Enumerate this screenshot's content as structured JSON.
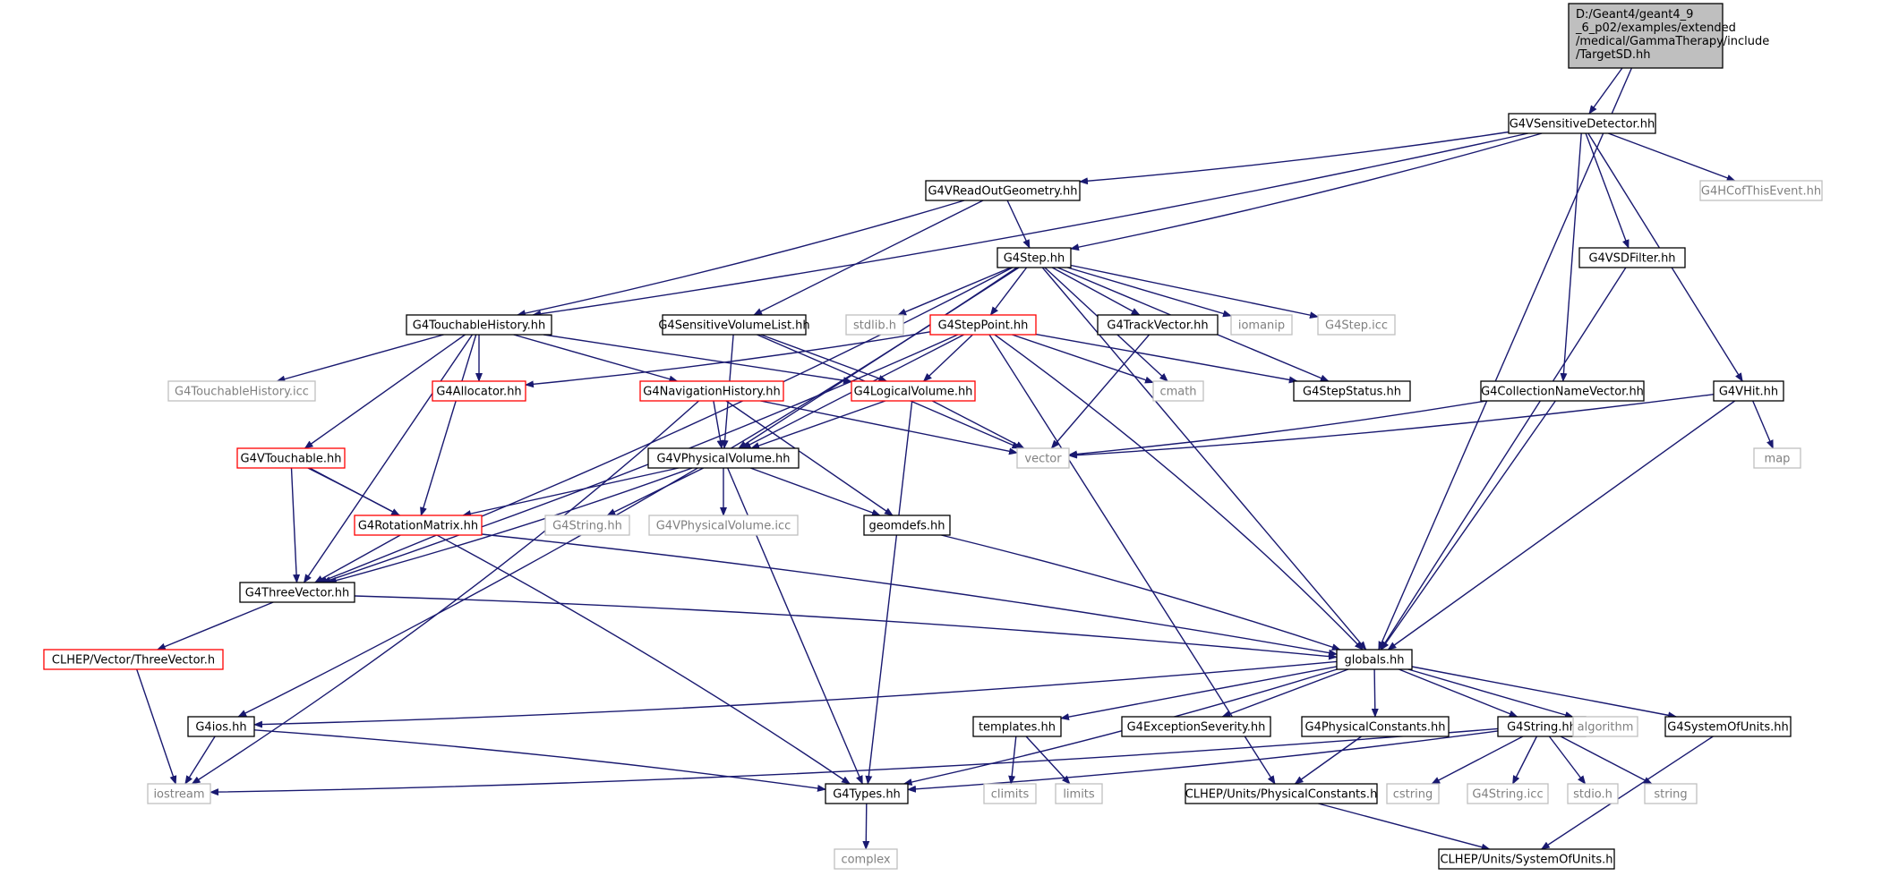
{
  "root_label_lines": [
    "D:/Geant4/geant4_9",
    "_6_p02/examples/extended",
    "/medical/GammaTherapy/include",
    "/TargetSD.hh"
  ],
  "colors": {
    "edge": "#191970",
    "root_fill": "#bfbfbf",
    "normal_border": "#000000",
    "external_border": "#bfbfbf",
    "missing_border": "#ff0000",
    "external_text": "#808080",
    "node_fill": "#ffffff"
  },
  "nodes": [
    {
      "id": "root",
      "style": "root"
    },
    {
      "id": "g4vsd",
      "label": "G4VSensitiveDetector.hh",
      "style": "normal"
    },
    {
      "id": "g4vrog",
      "label": "G4VReadOutGeometry.hh",
      "style": "normal"
    },
    {
      "id": "g4hcof",
      "label": "G4HCofThisEvent.hh",
      "style": "external"
    },
    {
      "id": "g4step",
      "label": "G4Step.hh",
      "style": "normal"
    },
    {
      "id": "g4vsdf",
      "label": "G4VSDFilter.hh",
      "style": "normal"
    },
    {
      "id": "g4th",
      "label": "G4TouchableHistory.hh",
      "style": "normal"
    },
    {
      "id": "g4svl",
      "label": "G4SensitiveVolumeList.hh",
      "style": "normal"
    },
    {
      "id": "stdlib",
      "label": "stdlib.h",
      "style": "external"
    },
    {
      "id": "g4sp",
      "label": "G4StepPoint.hh",
      "style": "missing"
    },
    {
      "id": "g4tv",
      "label": "G4TrackVector.hh",
      "style": "normal"
    },
    {
      "id": "iomanip",
      "label": "iomanip",
      "style": "external"
    },
    {
      "id": "g4stepicc",
      "label": "G4Step.icc",
      "style": "external"
    },
    {
      "id": "g4thicc",
      "label": "G4TouchableHistory.icc",
      "style": "external"
    },
    {
      "id": "g4alloc",
      "label": "G4Allocator.hh",
      "style": "missing"
    },
    {
      "id": "g4nh",
      "label": "G4NavigationHistory.hh",
      "style": "missing"
    },
    {
      "id": "g4lv",
      "label": "G4LogicalVolume.hh",
      "style": "missing"
    },
    {
      "id": "cmath",
      "label": "cmath",
      "style": "external"
    },
    {
      "id": "g4ss",
      "label": "G4StepStatus.hh",
      "style": "normal"
    },
    {
      "id": "g4cnv",
      "label": "G4CollectionNameVector.hh",
      "style": "normal"
    },
    {
      "id": "g4vhit",
      "label": "G4VHit.hh",
      "style": "normal"
    },
    {
      "id": "g4vt",
      "label": "G4VTouchable.hh",
      "style": "missing"
    },
    {
      "id": "g4vpv",
      "label": "G4VPhysicalVolume.hh",
      "style": "normal"
    },
    {
      "id": "vector",
      "label": "vector",
      "style": "external"
    },
    {
      "id": "map",
      "label": "map",
      "style": "external"
    },
    {
      "id": "g4rm",
      "label": "G4RotationMatrix.hh",
      "style": "missing"
    },
    {
      "id": "g4string_ext",
      "label": "G4String.hh",
      "style": "external"
    },
    {
      "id": "g4vpvicc",
      "label": "G4VPhysicalVolume.icc",
      "style": "external"
    },
    {
      "id": "geomdefs",
      "label": "geomdefs.hh",
      "style": "normal"
    },
    {
      "id": "g4tvec",
      "label": "G4ThreeVector.hh",
      "style": "normal"
    },
    {
      "id": "clhep_tv",
      "label": "CLHEP/Vector/ThreeVector.h",
      "style": "missing"
    },
    {
      "id": "globals",
      "label": "globals.hh",
      "style": "normal"
    },
    {
      "id": "g4ios",
      "label": "G4ios.hh",
      "style": "normal"
    },
    {
      "id": "templates",
      "label": "templates.hh",
      "style": "normal"
    },
    {
      "id": "g4es",
      "label": "G4ExceptionSeverity.hh",
      "style": "normal"
    },
    {
      "id": "g4pc",
      "label": "G4PhysicalConstants.hh",
      "style": "normal"
    },
    {
      "id": "g4string",
      "label": "G4String.hh",
      "style": "normal"
    },
    {
      "id": "algorithm",
      "label": "algorithm",
      "style": "external"
    },
    {
      "id": "g4sou",
      "label": "G4SystemOfUnits.hh",
      "style": "normal"
    },
    {
      "id": "iostream",
      "label": "iostream",
      "style": "external"
    },
    {
      "id": "g4types",
      "label": "G4Types.hh",
      "style": "normal"
    },
    {
      "id": "climits",
      "label": "climits",
      "style": "external"
    },
    {
      "id": "limits",
      "label": "limits",
      "style": "external"
    },
    {
      "id": "clhep_pc",
      "label": "CLHEP/Units/PhysicalConstants.h",
      "style": "normal"
    },
    {
      "id": "cstring",
      "label": "cstring",
      "style": "external"
    },
    {
      "id": "g4stringicc",
      "label": "G4String.icc",
      "style": "external"
    },
    {
      "id": "stdioh",
      "label": "stdio.h",
      "style": "external"
    },
    {
      "id": "string",
      "label": "string",
      "style": "external"
    },
    {
      "id": "complex",
      "label": "complex",
      "style": "external"
    },
    {
      "id": "clhep_sou",
      "label": "CLHEP/Units/SystemOfUnits.h",
      "style": "normal"
    }
  ],
  "edges": [
    [
      "root",
      "g4vsd"
    ],
    [
      "root",
      "globals"
    ],
    [
      "g4vsd",
      "g4vrog"
    ],
    [
      "g4vsd",
      "g4hcof"
    ],
    [
      "g4vsd",
      "g4step"
    ],
    [
      "g4vsd",
      "g4vsdf"
    ],
    [
      "g4vsd",
      "g4th"
    ],
    [
      "g4vsd",
      "g4cnv"
    ],
    [
      "g4vsd",
      "g4vhit"
    ],
    [
      "g4vrog",
      "g4step"
    ],
    [
      "g4vrog",
      "g4th"
    ],
    [
      "g4vrog",
      "g4svl"
    ],
    [
      "g4step",
      "stdlib"
    ],
    [
      "g4step",
      "g4sp"
    ],
    [
      "g4step",
      "g4tv"
    ],
    [
      "g4step",
      "iomanip"
    ],
    [
      "g4step",
      "g4stepicc"
    ],
    [
      "g4step",
      "g4ss"
    ],
    [
      "g4step",
      "cmath"
    ],
    [
      "g4step",
      "g4vpv"
    ],
    [
      "g4step",
      "g4tvec"
    ],
    [
      "g4step",
      "globals"
    ],
    [
      "g4step",
      "g4ios"
    ],
    [
      "g4th",
      "g4thicc"
    ],
    [
      "g4th",
      "g4alloc"
    ],
    [
      "g4th",
      "g4nh"
    ],
    [
      "g4th",
      "g4lv"
    ],
    [
      "g4th",
      "g4vt"
    ],
    [
      "g4th",
      "g4rm"
    ],
    [
      "g4th",
      "g4tvec"
    ],
    [
      "g4svl",
      "g4lv"
    ],
    [
      "g4svl",
      "g4vpv"
    ],
    [
      "g4svl",
      "vector"
    ],
    [
      "g4sp",
      "g4alloc"
    ],
    [
      "g4sp",
      "g4lv"
    ],
    [
      "g4sp",
      "g4vpv"
    ],
    [
      "g4sp",
      "cmath"
    ],
    [
      "g4sp",
      "g4ss"
    ],
    [
      "g4sp",
      "globals"
    ],
    [
      "g4sp",
      "clhep_pc"
    ],
    [
      "g4sp",
      "g4tvec"
    ],
    [
      "g4tv",
      "vector"
    ],
    [
      "g4nh",
      "g4vpv"
    ],
    [
      "g4nh",
      "geomdefs"
    ],
    [
      "g4nh",
      "vector"
    ],
    [
      "g4nh",
      "iostream"
    ],
    [
      "g4lv",
      "g4vpv"
    ],
    [
      "g4lv",
      "vector"
    ],
    [
      "g4lv",
      "g4types"
    ],
    [
      "g4vsdf",
      "globals"
    ],
    [
      "g4cnv",
      "vector"
    ],
    [
      "g4cnv",
      "globals"
    ],
    [
      "g4vhit",
      "map"
    ],
    [
      "g4vhit",
      "vector"
    ],
    [
      "g4vhit",
      "globals"
    ],
    [
      "g4vt",
      "g4rm"
    ],
    [
      "g4vt",
      "g4tvec"
    ],
    [
      "g4vt",
      "g4types"
    ],
    [
      "g4vpv",
      "g4rm"
    ],
    [
      "g4vpv",
      "g4string_ext"
    ],
    [
      "g4vpv",
      "g4vpvicc"
    ],
    [
      "g4vpv",
      "geomdefs"
    ],
    [
      "g4vpv",
      "g4tvec"
    ],
    [
      "g4vpv",
      "g4types"
    ],
    [
      "g4rm",
      "g4tvec"
    ],
    [
      "g4rm",
      "globals"
    ],
    [
      "geomdefs",
      "globals"
    ],
    [
      "g4tvec",
      "clhep_tv"
    ],
    [
      "g4tvec",
      "globals"
    ],
    [
      "clhep_tv",
      "iostream"
    ],
    [
      "globals",
      "g4ios"
    ],
    [
      "globals",
      "g4types"
    ],
    [
      "globals",
      "templates"
    ],
    [
      "globals",
      "g4es"
    ],
    [
      "globals",
      "g4pc"
    ],
    [
      "globals",
      "g4string"
    ],
    [
      "globals",
      "algorithm"
    ],
    [
      "globals",
      "g4sou"
    ],
    [
      "g4ios",
      "iostream"
    ],
    [
      "g4ios",
      "g4types"
    ],
    [
      "templates",
      "climits"
    ],
    [
      "templates",
      "limits"
    ],
    [
      "g4pc",
      "clhep_pc"
    ],
    [
      "g4string",
      "iostream"
    ],
    [
      "g4string",
      "g4types"
    ],
    [
      "g4string",
      "cstring"
    ],
    [
      "g4string",
      "g4stringicc"
    ],
    [
      "g4string",
      "stdioh"
    ],
    [
      "g4string",
      "string"
    ],
    [
      "g4types",
      "complex"
    ],
    [
      "clhep_pc",
      "clhep_sou"
    ],
    [
      "g4sou",
      "clhep_sou"
    ]
  ]
}
